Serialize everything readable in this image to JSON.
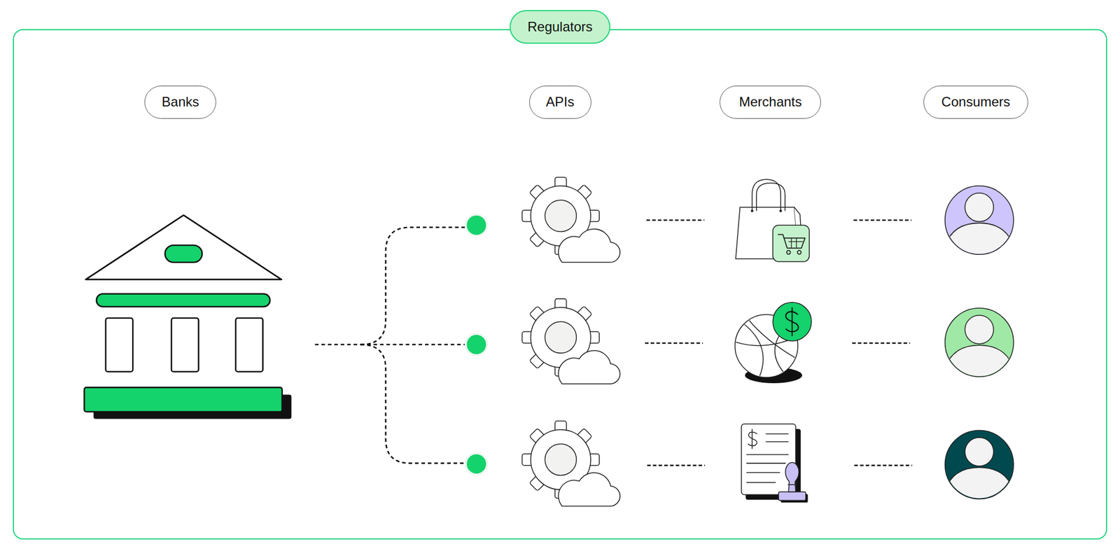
{
  "diagram": {
    "nodes": [
      {
        "text": [
          "Regulators"
        ]
      },
      {
        "text": [
          "Banks"
        ],
        "in": 0
      },
      {
        "text": [
          "APIs"
        ],
        "in": 0
      },
      {
        "text": [
          "Merchants"
        ],
        "in": 0
      },
      {
        "text": [
          "Consumers"
        ],
        "in": 0
      }
    ]
  }
}
